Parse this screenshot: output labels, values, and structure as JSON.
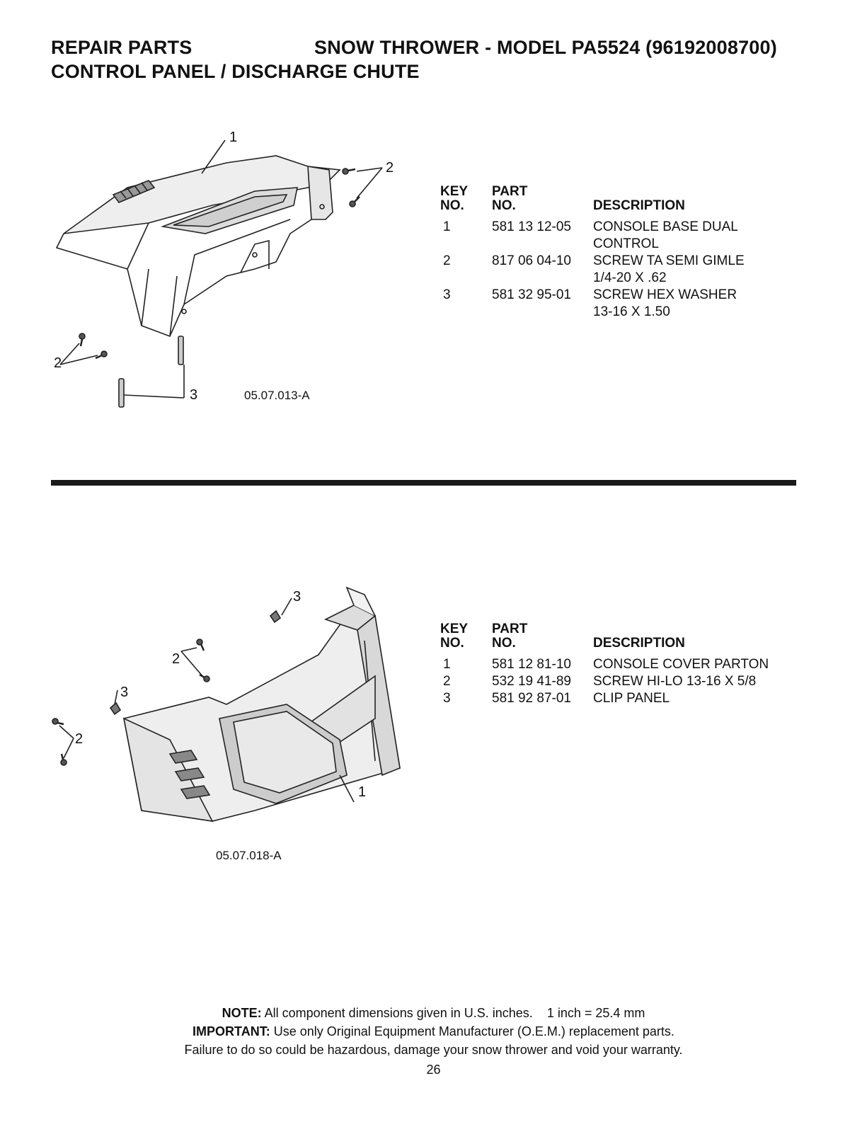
{
  "header": {
    "left": "REPAIR PARTS",
    "right": "SNOW THROWER - MODEL  PA5524  (96192008700)",
    "subtitle": "CONTROL PANEL / DISCHARGE CHUTE"
  },
  "table_headers": {
    "key_line1": "KEY",
    "key_line2": "NO.",
    "part_line1": "PART",
    "part_line2": "NO.",
    "description": "DESCRIPTION"
  },
  "section1": {
    "figure_code": "05.07.013-A",
    "callouts": [
      "1",
      "2",
      "2",
      "3"
    ],
    "parts": [
      {
        "key": "1",
        "part": "581 13 12-05",
        "desc1": "CONSOLE BASE DUAL",
        "desc2": "CONTROL"
      },
      {
        "key": "2",
        "part": "817 06 04-10",
        "desc1": "SCREW TA SEMI GIMLE",
        "desc2": "1/4-20 X .62"
      },
      {
        "key": "3",
        "part": "581 32 95-01",
        "desc1": "SCREW HEX WASHER",
        "desc2": "13-16 X 1.50"
      }
    ]
  },
  "section2": {
    "figure_code": "05.07.018-A",
    "callouts": [
      "3",
      "2",
      "3",
      "2",
      "1"
    ],
    "parts": [
      {
        "key": "1",
        "part": "581 12 81-10",
        "desc1": "CONSOLE COVER PARTON"
      },
      {
        "key": "2",
        "part": "532 19 41-89",
        "desc1": "SCREW HI-LO 13-16 X 5/8"
      },
      {
        "key": "3",
        "part": "581 92 87-01",
        "desc1": "CLIP PANEL"
      }
    ]
  },
  "footer": {
    "note_label": "NOTE:",
    "note_text": " All component dimensions given in U.S. inches.    1 inch = 25.4 mm",
    "important_label": "IMPORTANT:",
    "important_text": " Use only Original Equipment Manufacturer (O.E.M.) replacement parts.",
    "warning": "Failure to do so could be hazardous, damage your snow thrower and void your warranty.",
    "page_number": "26"
  }
}
